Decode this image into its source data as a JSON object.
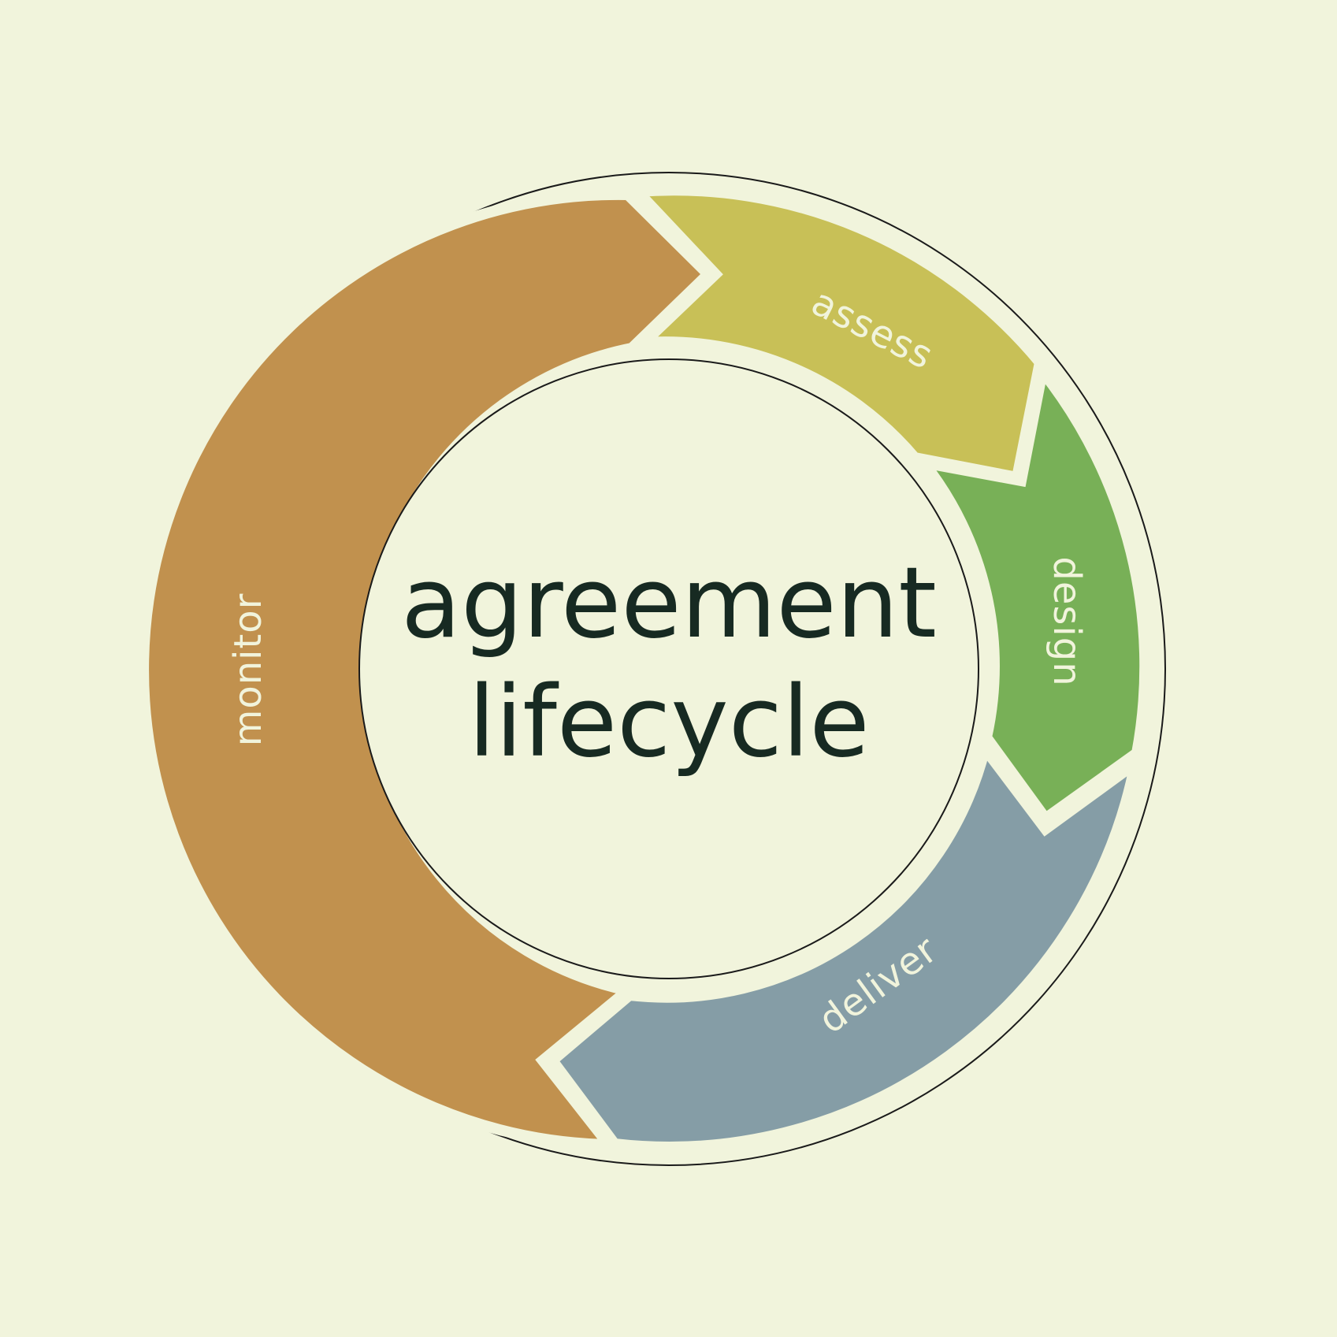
{
  "title": {
    "line1": "agreement",
    "line2": "lifecycle"
  },
  "colors": {
    "background": "#f1f4dc",
    "outline": "#1a1a1a",
    "title_text": "#172a22",
    "label_text": "#f1f4dc",
    "monitor": "#c1914e",
    "assess": "#c8c057",
    "design": "#78b057",
    "deliver": "#859da6"
  },
  "stages": [
    {
      "key": "assess",
      "label": "assess"
    },
    {
      "key": "design",
      "label": "design"
    },
    {
      "key": "deliver",
      "label": "deliver"
    },
    {
      "key": "monitor",
      "label": "monitor"
    }
  ]
}
